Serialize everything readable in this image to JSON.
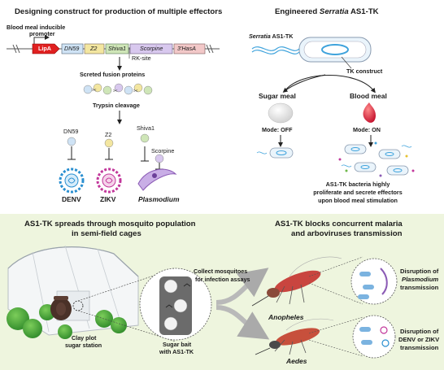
{
  "top_left": {
    "title": "Designing construct for production of multiple effectors",
    "promoter_label_1": "Blood meal inducible",
    "promoter_label_2": "promoter",
    "genes": [
      "LipA",
      "DN59",
      "Z2",
      "Shiva1",
      "Scorpine",
      "3'HasA"
    ],
    "rk_site": "RK-site",
    "fusion_label": "Screted fusion proteins",
    "trypsin_label": "Trypsin cleavage",
    "effectors": [
      "DN59",
      "Z2",
      "Shiva1",
      "Scorpine"
    ],
    "targets": [
      "DENV",
      "ZIKV",
      "Plasmodium"
    ]
  },
  "top_right": {
    "title_prefix": "Engineered ",
    "title_italic": "Serratia",
    "title_suffix": " AS1-TK",
    "bacterium_label_italic": "Serratia",
    "bacterium_label_rest": " AS1-TK",
    "tk_construct": "TK construct",
    "sugar_meal": "Sugar meal",
    "blood_meal": "Blood meal",
    "mode_off": "Mode: OFF",
    "mode_on": "Mode: ON",
    "caption_1": "AS1-TK bacteria highly",
    "caption_2": "proliferate and secrete effectors",
    "caption_3": "upon blood meal stimulation"
  },
  "bottom_left": {
    "title_1": "AS1-TK spreads through mosquito population",
    "title_2": "in semi-field cages",
    "clay_plot_1": "Clay plot",
    "clay_plot_2": "sugar station",
    "sugar_bait_1": "Sugar bait",
    "sugar_bait_2": "with AS1-TK",
    "collect_1": "Collect mosquitoes",
    "collect_2": "for infection assays"
  },
  "bottom_right": {
    "title_1": "AS1-TK blocks concurrent malaria",
    "title_2": "and arboviruses transmission",
    "anopheles": "Anopheles",
    "aedes": "Aedes",
    "disruption_1a": "Disruption of",
    "disruption_1b": "Plasmodium",
    "disruption_1c": "transmission",
    "disruption_2a": "Disruption of",
    "disruption_2b": "DENV or ZIKV",
    "disruption_2c": "transmission"
  },
  "colors": {
    "bottom_bg": "#eef5de",
    "lipa": "#e02020",
    "blood": "#d0223a",
    "dn59": "#cfe3f5",
    "z2": "#f3e6a0",
    "shiva": "#cfe6b8",
    "scorpine": "#d8c8ee",
    "hasa": "#f2c8c8",
    "denv": "#2a8fd0",
    "zikv": "#c2379b",
    "plasmodium": "#8b5bb5"
  }
}
